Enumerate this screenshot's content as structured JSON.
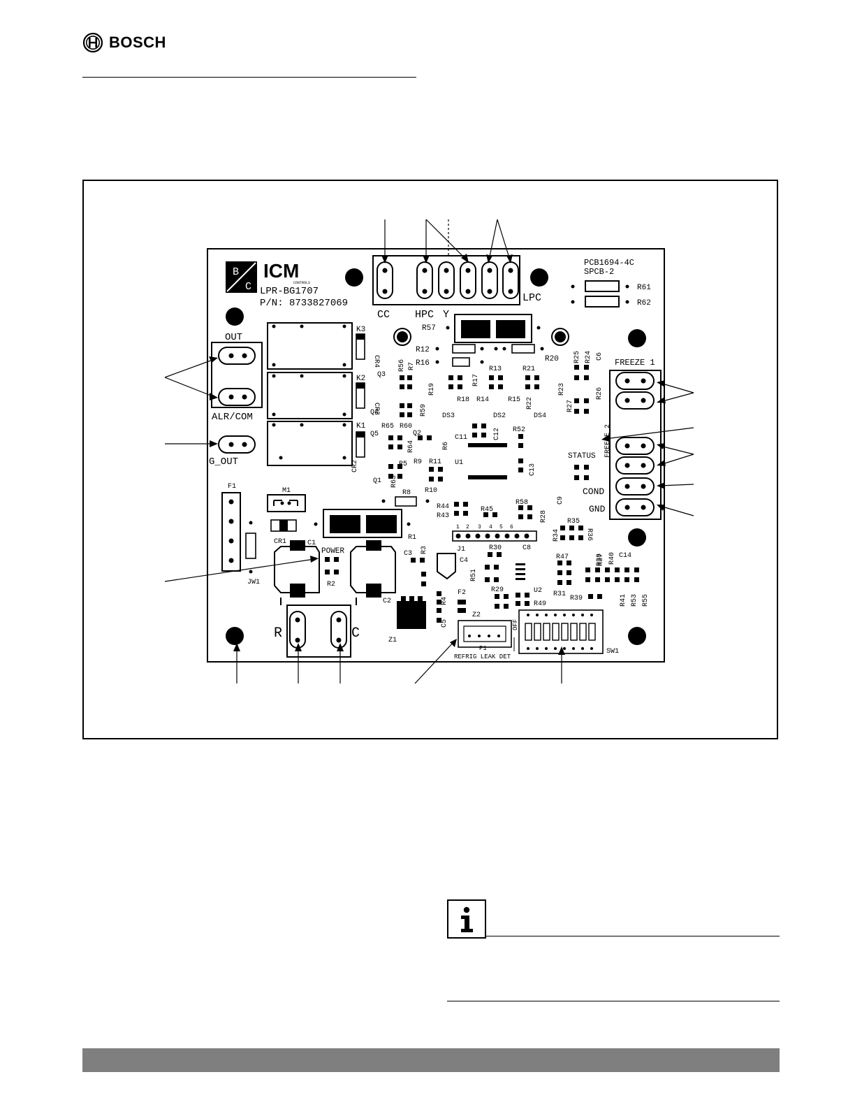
{
  "header": {
    "brand": "BOSCH"
  },
  "board": {
    "brand_logo": "ICM",
    "brand_sub": "CONTROLS",
    "model": "LPR-BG1707",
    "part_number": "P/N: 8733827069",
    "pcb_code": "PCB1694-4C",
    "pcb_code2": "SPCB-2",
    "bc_mark": [
      "B",
      "C"
    ],
    "terminal_labels": {
      "cc": "CC",
      "hpc": "HPC",
      "y": "Y",
      "lpc": "LPC",
      "out": "OUT",
      "alr_com": "ALR/COM",
      "g_out": "G_OUT",
      "freeze1": "FREEZE 1",
      "freeze2": "FREEZE 2",
      "status": "STATUS",
      "cond": "COND",
      "gnd": "GND",
      "power": "POWER",
      "r": "R",
      "c": "C",
      "refrig_leak_det": "REFRIG LEAK DET",
      "p1": "P1",
      "off": "OFF",
      "sw1": "SW1"
    },
    "component_labels": {
      "r57": "R57",
      "r12": "R12",
      "r16": "R16",
      "r20": "R20",
      "r61": "R61",
      "r62": "R62",
      "k1": "K1",
      "k2": "K2",
      "k3": "K3",
      "cr2": "CR2",
      "cr3": "CR3",
      "cr4": "CR4",
      "q1": "Q1",
      "q3": "Q3",
      "q4": "Q4",
      "q5": "Q5",
      "q2": "Q2",
      "r56": "R56",
      "r7": "R7",
      "r59": "R59",
      "r19": "R19",
      "r17": "R17",
      "r13": "R13",
      "r21": "R21",
      "r25": "R25",
      "r24": "R24",
      "c6": "C6",
      "r23": "R23",
      "r26": "R26",
      "r27": "R27",
      "r18": "R18",
      "r14": "R14",
      "r15": "R15",
      "r22": "R22",
      "ds3": "DS3",
      "ds2": "DS2",
      "ds4": "DS4",
      "r65": "R65",
      "r60": "R60",
      "r64": "R64",
      "r6": "R6",
      "c11": "C11",
      "c12": "C12",
      "r52": "R52",
      "u1": "U1",
      "c13": "C13",
      "r63": "R63",
      "r5": "R5",
      "r9": "R9",
      "r11": "R11",
      "r10": "R10",
      "r8": "R8",
      "r44": "R44",
      "r43": "R43",
      "r45": "R45",
      "r58": "R58",
      "r28": "R28",
      "c9": "C9",
      "r34": "R34",
      "r35": "R35",
      "r36": "R36",
      "f1": "F1",
      "m1": "M1",
      "jw1": "JW1",
      "cr1": "CR1",
      "c1": "C1",
      "r2": "R2",
      "r1": "R1",
      "c3": "C3",
      "r3": "R3",
      "j1": "J1",
      "r30": "R30",
      "c8": "C8",
      "c4": "C4",
      "r51": "R51",
      "r47": "R47",
      "r38": "R38",
      "r37": "R37",
      "r40": "R40",
      "c14": "C14",
      "r29": "R29",
      "u2": "U2",
      "r31": "R31",
      "r39": "R39",
      "r41": "R41",
      "r53": "R53",
      "r55": "R55",
      "c2": "C2",
      "f2": "F2",
      "r4": "R4",
      "z2": "Z2",
      "r49": "R49",
      "c5": "C5",
      "z1": "Z1"
    },
    "j1_pins": [
      "1",
      "2",
      "3",
      "4",
      "5",
      "6"
    ]
  },
  "icons": {
    "brand": "bosch-armature-icon",
    "info": "info-icon"
  },
  "colors": {
    "ink": "#000000",
    "footer": "#7f7f7f",
    "paper": "#ffffff"
  }
}
